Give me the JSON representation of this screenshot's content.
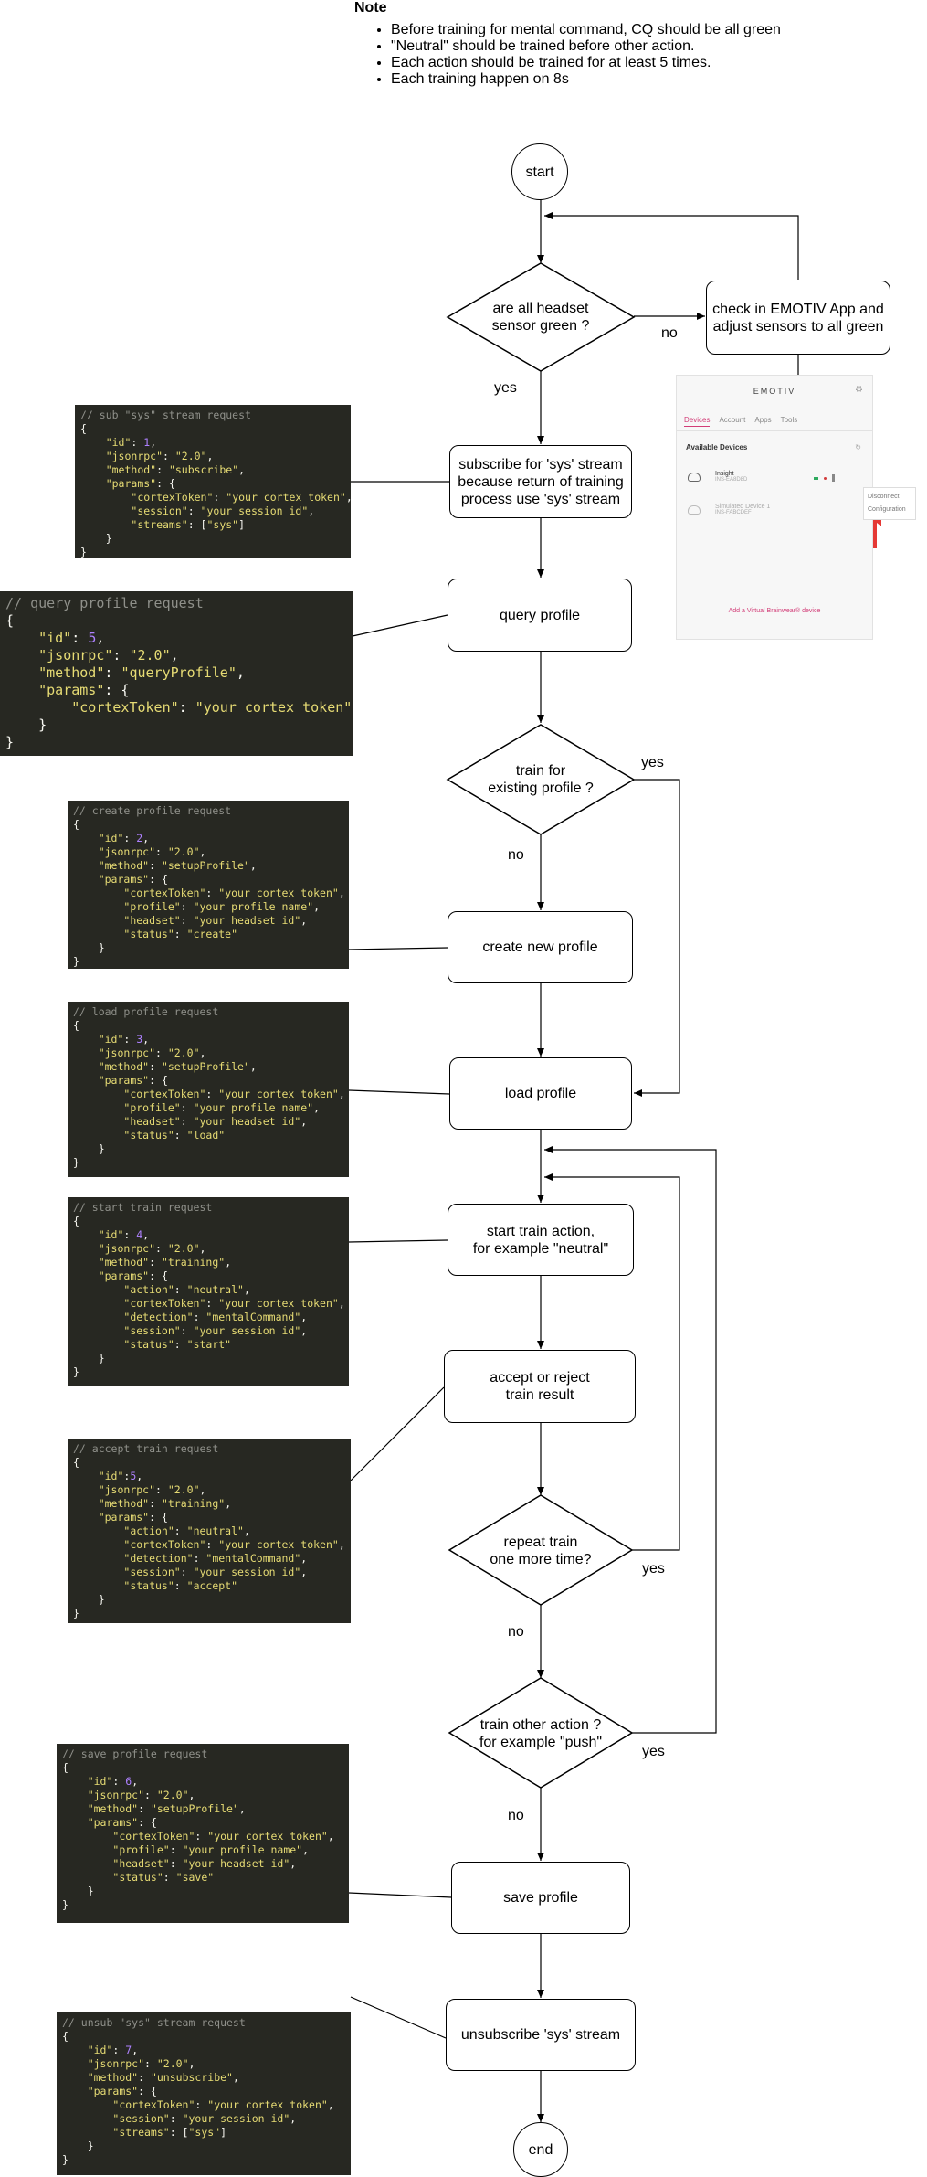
{
  "note": {
    "title": "Note",
    "items": [
      "Before training for mental command, CQ should be all green",
      "\"Neutral\" should be trained before other action.",
      "Each action should be trained for at least 5 times.",
      "Each training happen on 8s"
    ]
  },
  "nodes": {
    "start": "start",
    "headset_check": "are all headset\nsensor green ?",
    "adjust": "check in EMOTIV App and\nadjust sensors to all green",
    "subscribe": "subscribe for 'sys' stream\nbecause return of training\nprocess use 'sys' stream",
    "query": "query profile",
    "existing": "train for\nexisting profile ?",
    "create": "create new profile",
    "load": "load profile",
    "start_train": "start train action,\nfor example \"neutral\"",
    "accept": "accept or reject\ntrain result",
    "repeat": "repeat train\none more time?",
    "other": "train other action ?\nfor example \"push\"",
    "save": "save profile",
    "unsub": "unsubscribe 'sys' stream",
    "end": "end"
  },
  "edges": {
    "yes": "yes",
    "no": "no"
  },
  "code": {
    "subscribe": [
      "// sub \"sys\" stream request",
      "{",
      "    \"id\": 1,",
      "    \"jsonrpc\": \"2.0\",",
      "    \"method\": \"subscribe\",",
      "    \"params\": {",
      "        \"cortexToken\": \"your cortex token\",",
      "        \"session\": \"your session id\",",
      "        \"streams\": [\"sys\"]",
      "    }",
      "}"
    ],
    "query": [
      "// query profile request",
      "{",
      "    \"id\": 5,",
      "    \"jsonrpc\": \"2.0\",",
      "    \"method\": \"queryProfile\",",
      "    \"params\": {",
      "        \"cortexToken\": \"your cortex token\"",
      "    }",
      "}"
    ],
    "create": [
      "// create profile request",
      "{",
      "    \"id\": 2,",
      "    \"jsonrpc\": \"2.0\",",
      "    \"method\": \"setupProfile\",",
      "    \"params\": {",
      "        \"cortexToken\": \"your cortex token\",",
      "        \"profile\": \"your profile name\",",
      "        \"headset\": \"your headset id\",",
      "        \"status\": \"create\"",
      "    }",
      "}"
    ],
    "load": [
      "// load profile request",
      "{",
      "    \"id\": 3,",
      "    \"jsonrpc\": \"2.0\",",
      "    \"method\": \"setupProfile\",",
      "    \"params\": {",
      "        \"cortexToken\": \"your cortex token\",",
      "        \"profile\": \"your profile name\",",
      "        \"headset\": \"your headset id\",",
      "        \"status\": \"load\"",
      "    }",
      "}"
    ],
    "start_train": [
      "// start train request",
      "{",
      "    \"id\": 4,",
      "    \"jsonrpc\": \"2.0\",",
      "    \"method\": \"training\",",
      "    \"params\": {",
      "        \"action\": \"neutral\",",
      "        \"cortexToken\": \"your cortex token\",",
      "        \"detection\": \"mentalCommand\",",
      "        \"session\": \"your session id\",",
      "        \"status\": \"start\"",
      "    }",
      "}"
    ],
    "accept": [
      "// accept train request",
      "{",
      "    \"id\":5,",
      "    \"jsonrpc\": \"2.0\",",
      "    \"method\": \"training\",",
      "    \"params\": {",
      "        \"action\": \"neutral\",",
      "        \"cortexToken\": \"your cortex token\",",
      "        \"detection\": \"mentalCommand\",",
      "        \"session\": \"your session id\",",
      "        \"status\": \"accept\"",
      "    }",
      "}"
    ],
    "save": [
      "// save profile request",
      "{",
      "    \"id\": 6,",
      "    \"jsonrpc\": \"2.0\",",
      "    \"method\": \"setupProfile\",",
      "    \"params\": {",
      "        \"cortexToken\": \"your cortex token\",",
      "        \"profile\": \"your profile name\",",
      "        \"headset\": \"your headset id\",",
      "        \"status\": \"save\"",
      "    }",
      "}"
    ],
    "unsub": [
      "// unsub \"sys\" stream request",
      "{",
      "    \"id\": 7,",
      "    \"jsonrpc\": \"2.0\",",
      "    \"method\": \"unsubscribe\",",
      "    \"params\": {",
      "        \"cortexToken\": \"your cortex token\",",
      "        \"session\": \"your session id\",",
      "        \"streams\": [\"sys\"]",
      "    }",
      "}"
    ]
  },
  "emotiv_app": {
    "brand": "EMOTIV",
    "tabs": [
      "Devices",
      "Account",
      "Apps",
      "Tools"
    ],
    "section": "Available Devices",
    "devices": [
      {
        "name": "Insight",
        "sub": "INS-EA8D8D"
      },
      {
        "name": "Simulated Device 1",
        "sub": "INS-FABCDEF"
      }
    ],
    "menu": [
      "Disconnect",
      "Configuration"
    ],
    "add_device": "Add a Virtual Brainwear® device",
    "colors": {
      "accent": "#d23c77",
      "arrow": "#e53935"
    }
  }
}
